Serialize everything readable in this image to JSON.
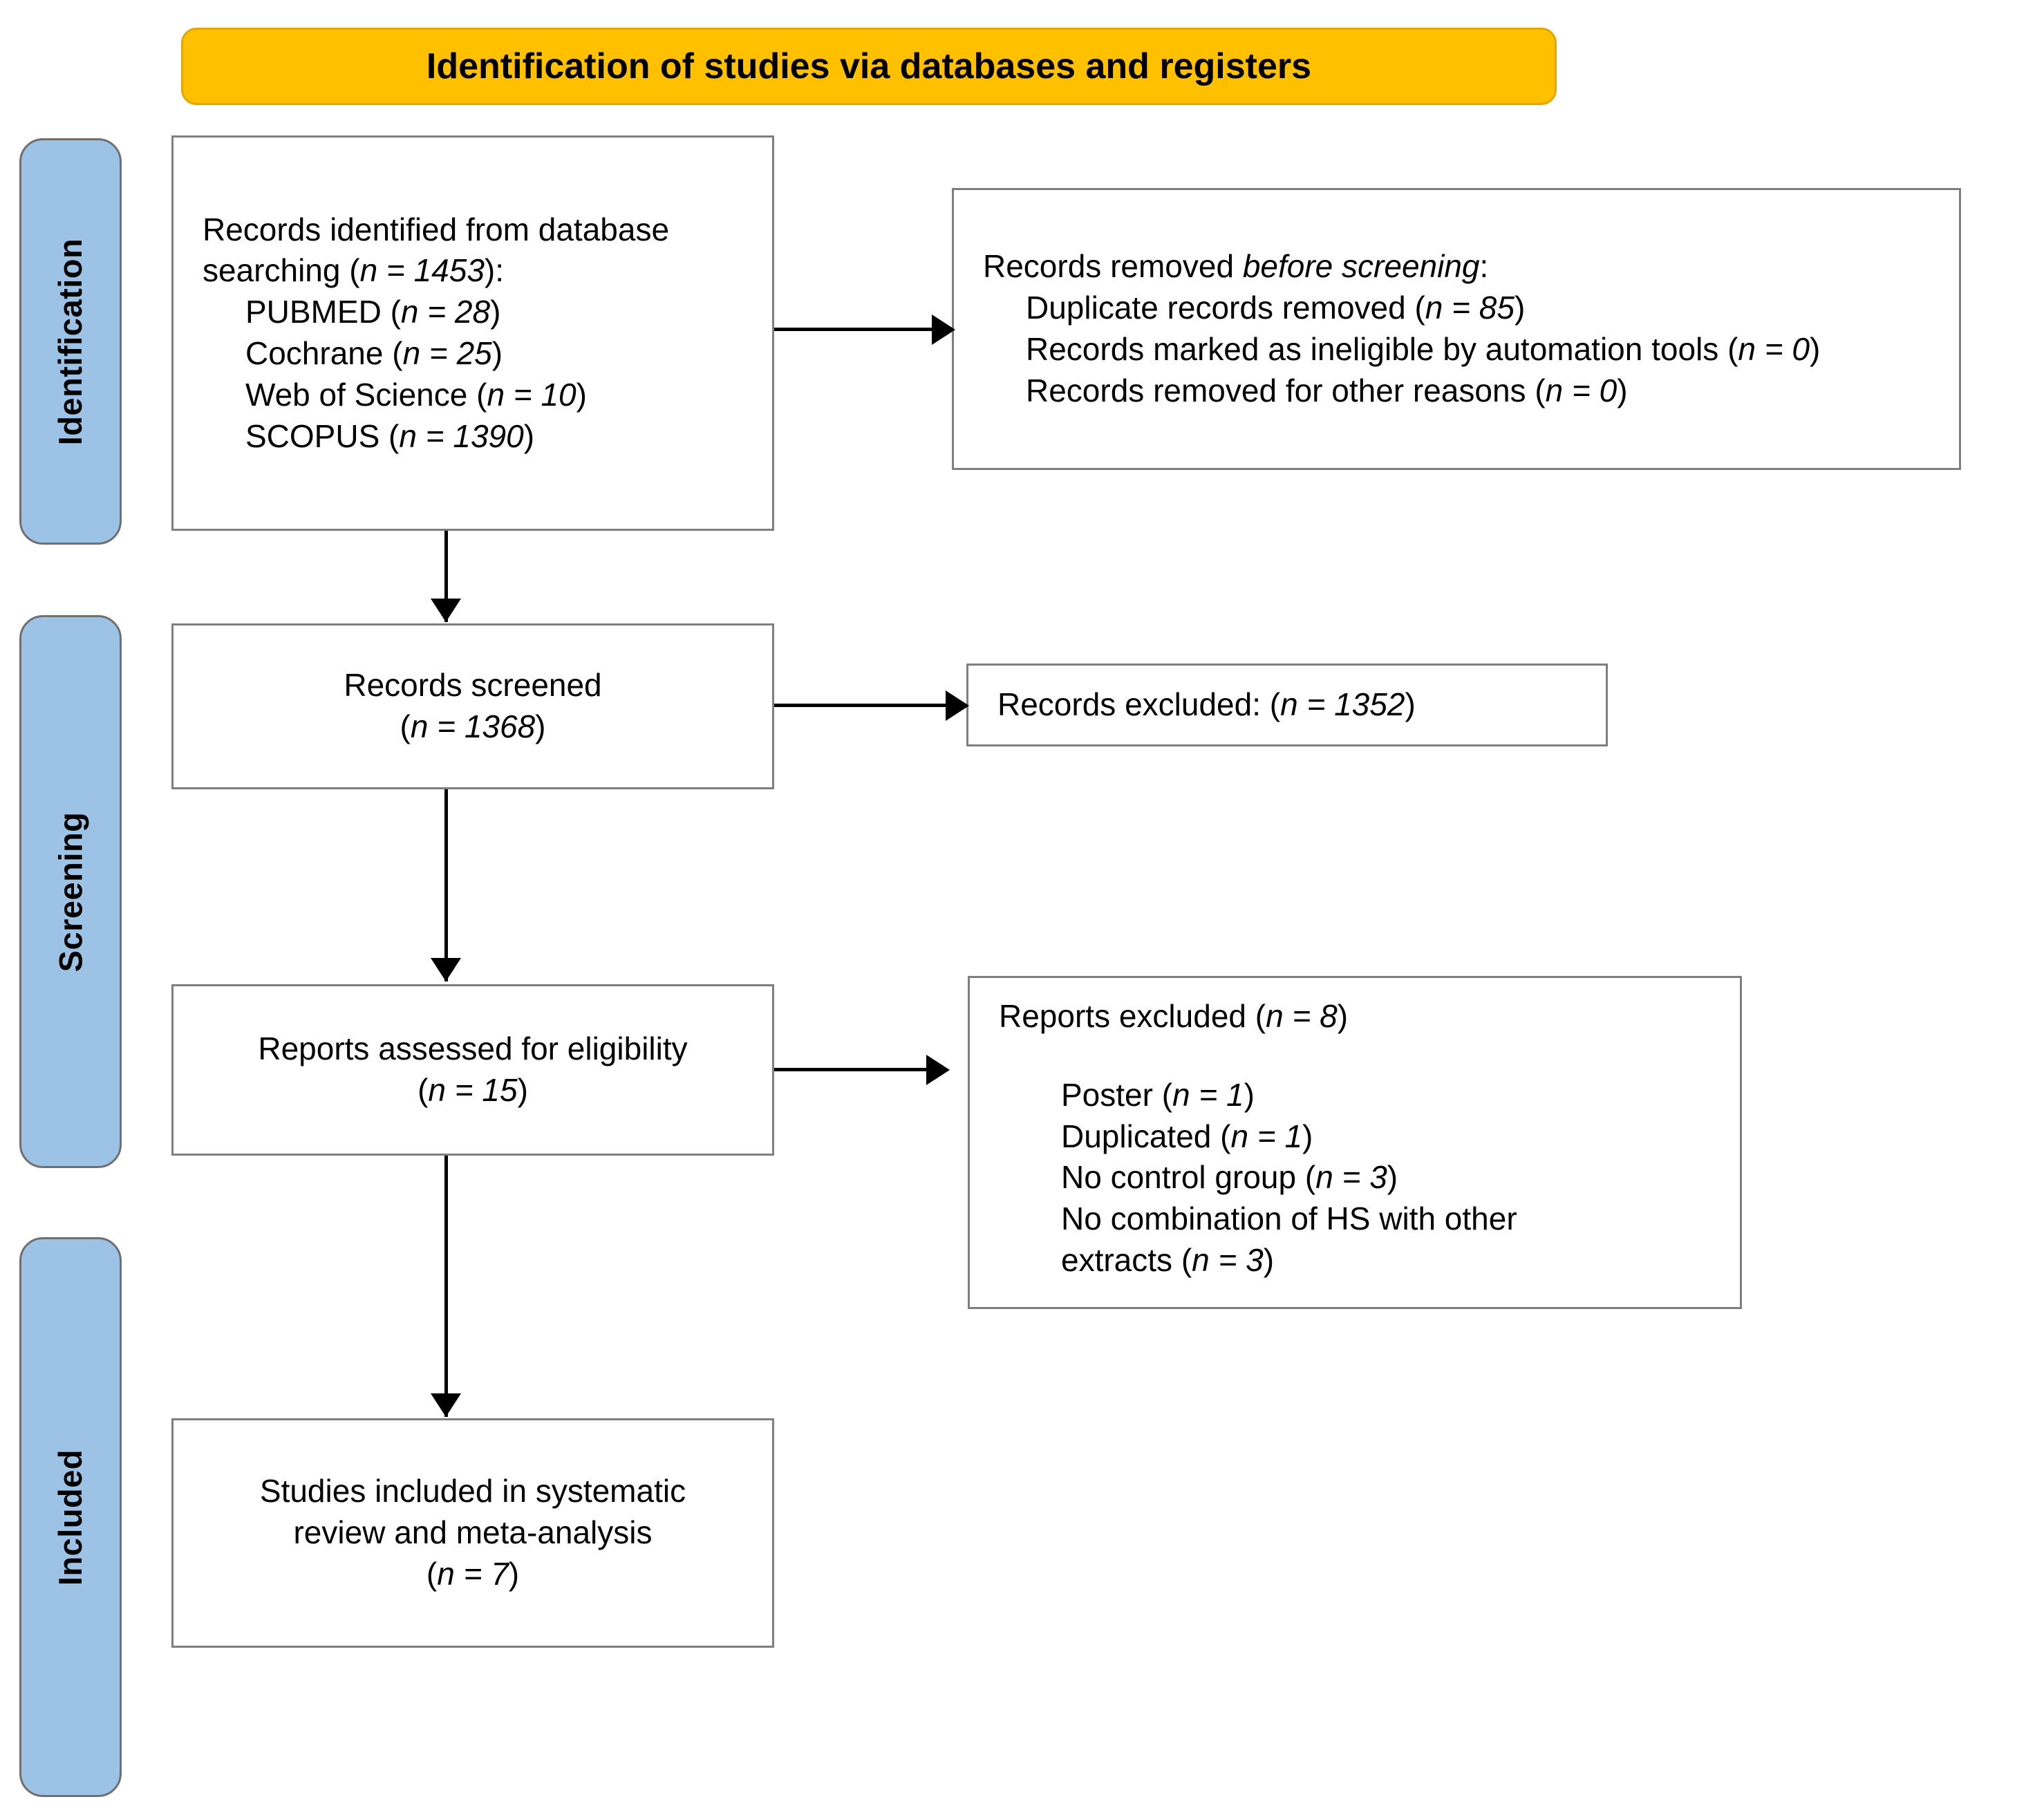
{
  "diagram": {
    "type": "prisma-flow-diagram",
    "banner": {
      "title": "Identification of studies via databases and registers",
      "color": "#FFC000"
    },
    "stages": [
      {
        "id": "identification",
        "label": "Identification",
        "color": "#9CC3E5"
      },
      {
        "id": "screening",
        "label": "Screening",
        "color": "#9CC3E5"
      },
      {
        "id": "included",
        "label": "Included",
        "color": "#9CC3E5"
      }
    ],
    "boxes": {
      "records_identified": {
        "lines": [
          {
            "text": "Records identified from database",
            "indent": 0
          },
          {
            "text": "searching (n = 1453):",
            "indent": 0,
            "italic_part": "n = 1453"
          },
          {
            "text": "PUBMED (n = 28)",
            "indent": 1,
            "italic_part": "n = 28"
          },
          {
            "text": "Cochrane (n = 25)",
            "indent": 1,
            "italic_part": "n = 25"
          },
          {
            "text": "Web of Science (n = 10)",
            "indent": 1,
            "italic_part": "n = 10"
          },
          {
            "text": "SCOPUS (n = 1390)",
            "indent": 1,
            "italic_part": "n = 1390"
          }
        ]
      },
      "records_removed": {
        "lines": [
          {
            "text": "Records removed before screening:",
            "indent": 0,
            "italic_part": "before screening"
          },
          {
            "text": "Duplicate records removed (n = 85)",
            "indent": 1,
            "italic_part": "n = 85"
          },
          {
            "text": "Records marked as ineligible by automation tools (n = 0)",
            "indent": 1,
            "italic_part": "n = 0"
          },
          {
            "text": "Records removed for other reasons (n = 0)",
            "indent": 1,
            "italic_part": "n = 0"
          }
        ]
      },
      "records_screened": {
        "lines": [
          {
            "text": "Records screened",
            "indent": 0
          },
          {
            "text": "(n = 1368)",
            "indent": 0,
            "italic_part": "n = 1368"
          }
        ]
      },
      "records_excluded": {
        "lines": [
          {
            "text": "Records excluded: (n = 1352)",
            "indent": 0,
            "italic_part": "n = 1352"
          }
        ]
      },
      "reports_assessed": {
        "lines": [
          {
            "text": "Reports assessed for eligibility",
            "indent": 0
          },
          {
            "text": "(n = 15)",
            "indent": 0,
            "italic_part": "n = 15"
          }
        ]
      },
      "reports_excluded": {
        "lines": [
          {
            "text": "Reports excluded (n = 8)",
            "indent": 0,
            "italic_part": "n = 8"
          },
          {
            "text": "",
            "indent": 0
          },
          {
            "text": "Poster (n = 1)",
            "indent": 1,
            "italic_part": "n = 1"
          },
          {
            "text": "Duplicated (n = 1)",
            "indent": 1,
            "italic_part": "n = 1"
          },
          {
            "text": "No control group (n = 3)",
            "indent": 1,
            "italic_part": "n = 3"
          },
          {
            "text": "No combination of HS with other",
            "indent": 1
          },
          {
            "text": "extracts (n = 3)",
            "indent": 1,
            "italic_part": "n = 3"
          }
        ]
      },
      "studies_included": {
        "lines": [
          {
            "text": "Studies included in systematic",
            "indent": 0
          },
          {
            "text": "review and meta-analysis",
            "indent": 0
          },
          {
            "text": "(n = 7)",
            "indent": 0,
            "italic_part": "n = 7"
          }
        ]
      }
    },
    "counts": {
      "records_identified_total": 1453,
      "pubmed": 28,
      "cochrane": 25,
      "web_of_science": 10,
      "scopus": 1390,
      "duplicates_removed": 85,
      "ineligible_automation": 0,
      "removed_other_reasons": 0,
      "records_screened": 1368,
      "records_excluded": 1352,
      "reports_assessed": 15,
      "reports_excluded": 8,
      "excluded_poster": 1,
      "excluded_duplicated": 1,
      "excluded_no_control_group": 3,
      "excluded_no_combination_hs": 3,
      "studies_included": 7
    }
  }
}
